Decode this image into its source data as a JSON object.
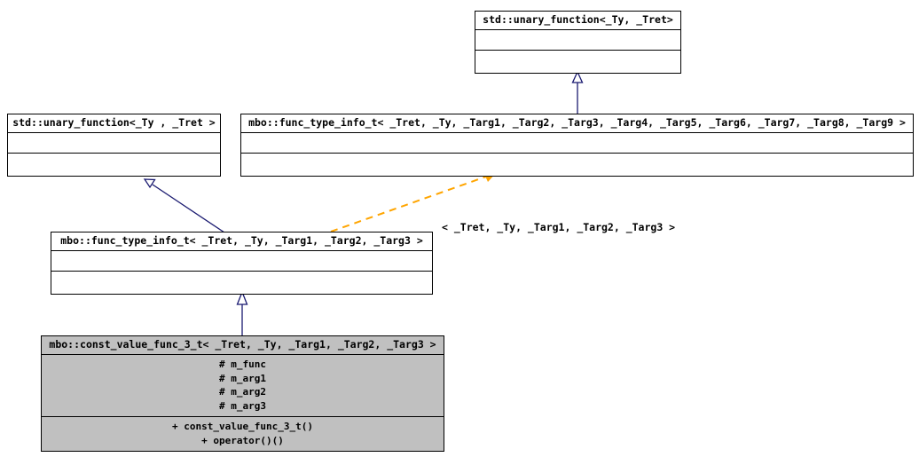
{
  "diagram": {
    "type": "uml-class-inheritance",
    "background_color": "#ffffff",
    "line_color": "#191970",
    "dependency_color": "#ffa500",
    "highlight_fill": "#c0c0c0",
    "classes": [
      {
        "id": "std-unary-function-top",
        "title": "std::unary_function<_Ty, _Tret>",
        "attributes": [],
        "operations": [],
        "filled": false
      },
      {
        "id": "std-unary-function-left",
        "title": "std::unary_function<_Ty , _Tret >",
        "attributes": [],
        "operations": [],
        "filled": false
      },
      {
        "id": "func-type-info-t-9",
        "title": "mbo::func_type_info_t< _Tret, _Ty, _Targ1, _Targ2, _Targ3, _Targ4, _Targ5, _Targ6, _Targ7, _Targ8, _Targ9 >",
        "attributes": [],
        "operations": [],
        "filled": false
      },
      {
        "id": "func-type-info-t-3",
        "title": "mbo::func_type_info_t< _Tret, _Ty, _Targ1, _Targ2, _Targ3 >",
        "attributes": [],
        "operations": [],
        "filled": false
      },
      {
        "id": "const-value-func-3-t",
        "title": "mbo::const_value_func_3_t< _Tret, _Ty, _Targ1, _Targ2, _Targ3 >",
        "attributes": [
          "# m_func",
          "# m_arg1",
          "# m_arg2",
          "# m_arg3"
        ],
        "operations": [
          "+ const_value_func_3_t()",
          "+ operator()()"
        ],
        "filled": true
      }
    ],
    "edges": [
      {
        "id": "edge-inherit-top",
        "from": "func-type-info-t-9",
        "to": "std-unary-function-top",
        "kind": "generalization",
        "label": ""
      },
      {
        "id": "edge-inherit-left",
        "from": "func-type-info-t-3",
        "to": "std-unary-function-left",
        "kind": "generalization",
        "label": ""
      },
      {
        "id": "edge-template-binding",
        "from": "func-type-info-t-3",
        "to": "func-type-info-t-9",
        "kind": "template-binding",
        "label": "< _Tret, _Ty, _Targ1, _Targ2, _Targ3 >"
      },
      {
        "id": "edge-inherit-bottom",
        "from": "const-value-func-3-t",
        "to": "func-type-info-t-3",
        "kind": "generalization",
        "label": ""
      }
    ]
  }
}
